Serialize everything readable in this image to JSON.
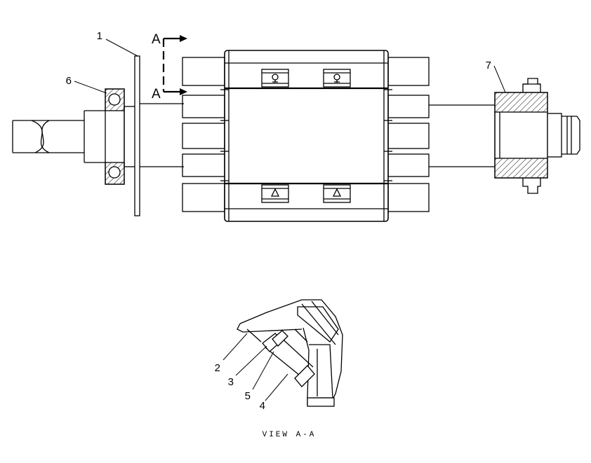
{
  "callouts": {
    "c1": "1",
    "c2": "2",
    "c3": "3",
    "c4": "4",
    "c5": "5",
    "c6": "6",
    "c7": "7"
  },
  "section_marks": {
    "top": "A",
    "bottom": "A"
  },
  "view_caption": "VIEW A-A",
  "colors": {
    "line": "#000000",
    "background": "#ffffff"
  }
}
